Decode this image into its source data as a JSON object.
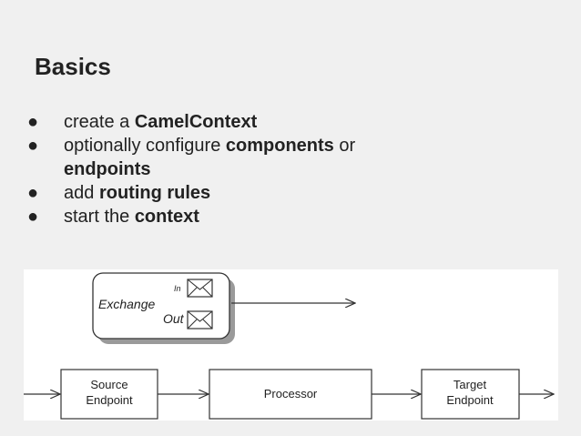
{
  "slide": {
    "title": "Basics",
    "bullets": [
      {
        "symbol": "●",
        "parts": [
          {
            "text": "create a ",
            "bold": false
          },
          {
            "text": "CamelContext",
            "bold": true
          }
        ]
      },
      {
        "symbol": "●",
        "parts": [
          {
            "text": "optionally configure ",
            "bold": false
          },
          {
            "text": "components",
            "bold": true
          },
          {
            "text": " or ",
            "bold": false
          },
          {
            "text": "endpoints",
            "bold": true
          }
        ]
      },
      {
        "symbol": "●",
        "parts": [
          {
            "text": "add ",
            "bold": false
          },
          {
            "text": "routing rules",
            "bold": true
          }
        ]
      },
      {
        "symbol": "●",
        "parts": [
          {
            "text": "start the ",
            "bold": false
          },
          {
            "text": "context",
            "bold": true
          }
        ]
      }
    ]
  },
  "diagram": {
    "exchange_label": "Exchange",
    "in_label": "In",
    "out_label": "Out",
    "source_line1": "Source",
    "source_line2": "Endpoint",
    "processor_label": "Processor",
    "target_line1": "Target",
    "target_line2": "Endpoint"
  }
}
